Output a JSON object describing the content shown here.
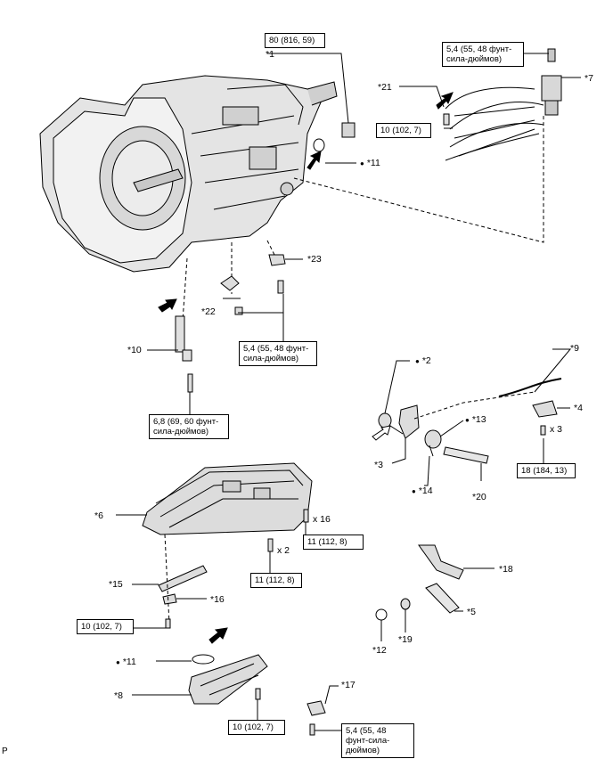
{
  "torque_boxes": {
    "t1": "80 (816, 59)",
    "t2": "5,4 (55, 48 фунт-сила-дюймов)",
    "t3": "10 (102, 7)",
    "t4": "5,4 (55, 48 фунт-сила-дюймов)",
    "t5": "6,8 (69, 60 фунт-сила-дюймов)",
    "t6": "18 (184, 13)",
    "t7": "11 (112, 8)",
    "t8": "11 (112, 8)",
    "t9": "10 (102, 7)",
    "t10": "10 (102, 7)",
    "t11": "5,4 (55, 48 фунт-сила-дюймов)"
  },
  "part_labels": {
    "p1": "*1",
    "p21": "*21",
    "p7": "*7",
    "p11a": "*11",
    "p23": "*23",
    "p22": "*22",
    "p10": "*10",
    "p2": "*2",
    "p9": "*9",
    "p4": "*4",
    "p13": "*13",
    "p3": "*3",
    "p14": "*14",
    "p20": "*20",
    "p6": "*6",
    "p15": "*15",
    "p16": "*16",
    "p18": "*18",
    "p5": "*5",
    "p12": "*12",
    "p19": "*19",
    "p11b": "*11",
    "p8": "*8",
    "p17": "*17"
  },
  "quantity_labels": {
    "q3": "x 3",
    "q16": "x 16",
    "q2": "x 2"
  },
  "corner_mark": "P"
}
